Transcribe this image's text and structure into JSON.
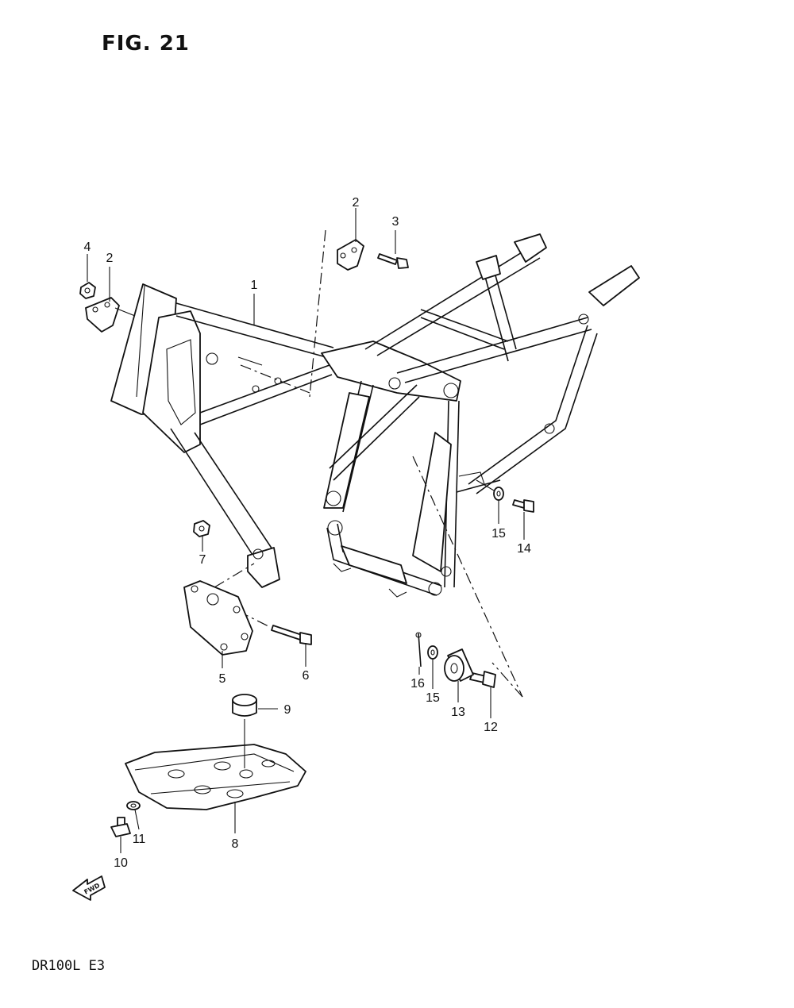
{
  "figure": {
    "title": "FIG. 21",
    "model": "DR100L  E3",
    "fwd_label": "FWD"
  },
  "callouts": [
    "1",
    "2",
    "2",
    "3",
    "4",
    "5",
    "6",
    "7",
    "8",
    "9",
    "10",
    "11",
    "12",
    "13",
    "14",
    "15",
    "15",
    "16"
  ],
  "parts": [
    {
      "ref": "1",
      "icon": "main-frame-icon"
    },
    {
      "ref": "2",
      "icon": "bracket-icon"
    },
    {
      "ref": "3",
      "icon": "bolt-icon"
    },
    {
      "ref": "4",
      "icon": "nut-icon"
    },
    {
      "ref": "5",
      "icon": "engine-mount-bracket-icon"
    },
    {
      "ref": "6",
      "icon": "bolt-icon"
    },
    {
      "ref": "7",
      "icon": "nut-icon"
    },
    {
      "ref": "8",
      "icon": "skid-plate-icon"
    },
    {
      "ref": "9",
      "icon": "cushion-icon"
    },
    {
      "ref": "10",
      "icon": "bolt-icon"
    },
    {
      "ref": "11",
      "icon": "washer-icon"
    },
    {
      "ref": "12",
      "icon": "pin-icon"
    },
    {
      "ref": "13",
      "icon": "bushing-icon"
    },
    {
      "ref": "14",
      "icon": "bolt-icon"
    },
    {
      "ref": "15",
      "icon": "washer-icon"
    },
    {
      "ref": "16",
      "icon": "cotter-pin-icon"
    }
  ]
}
